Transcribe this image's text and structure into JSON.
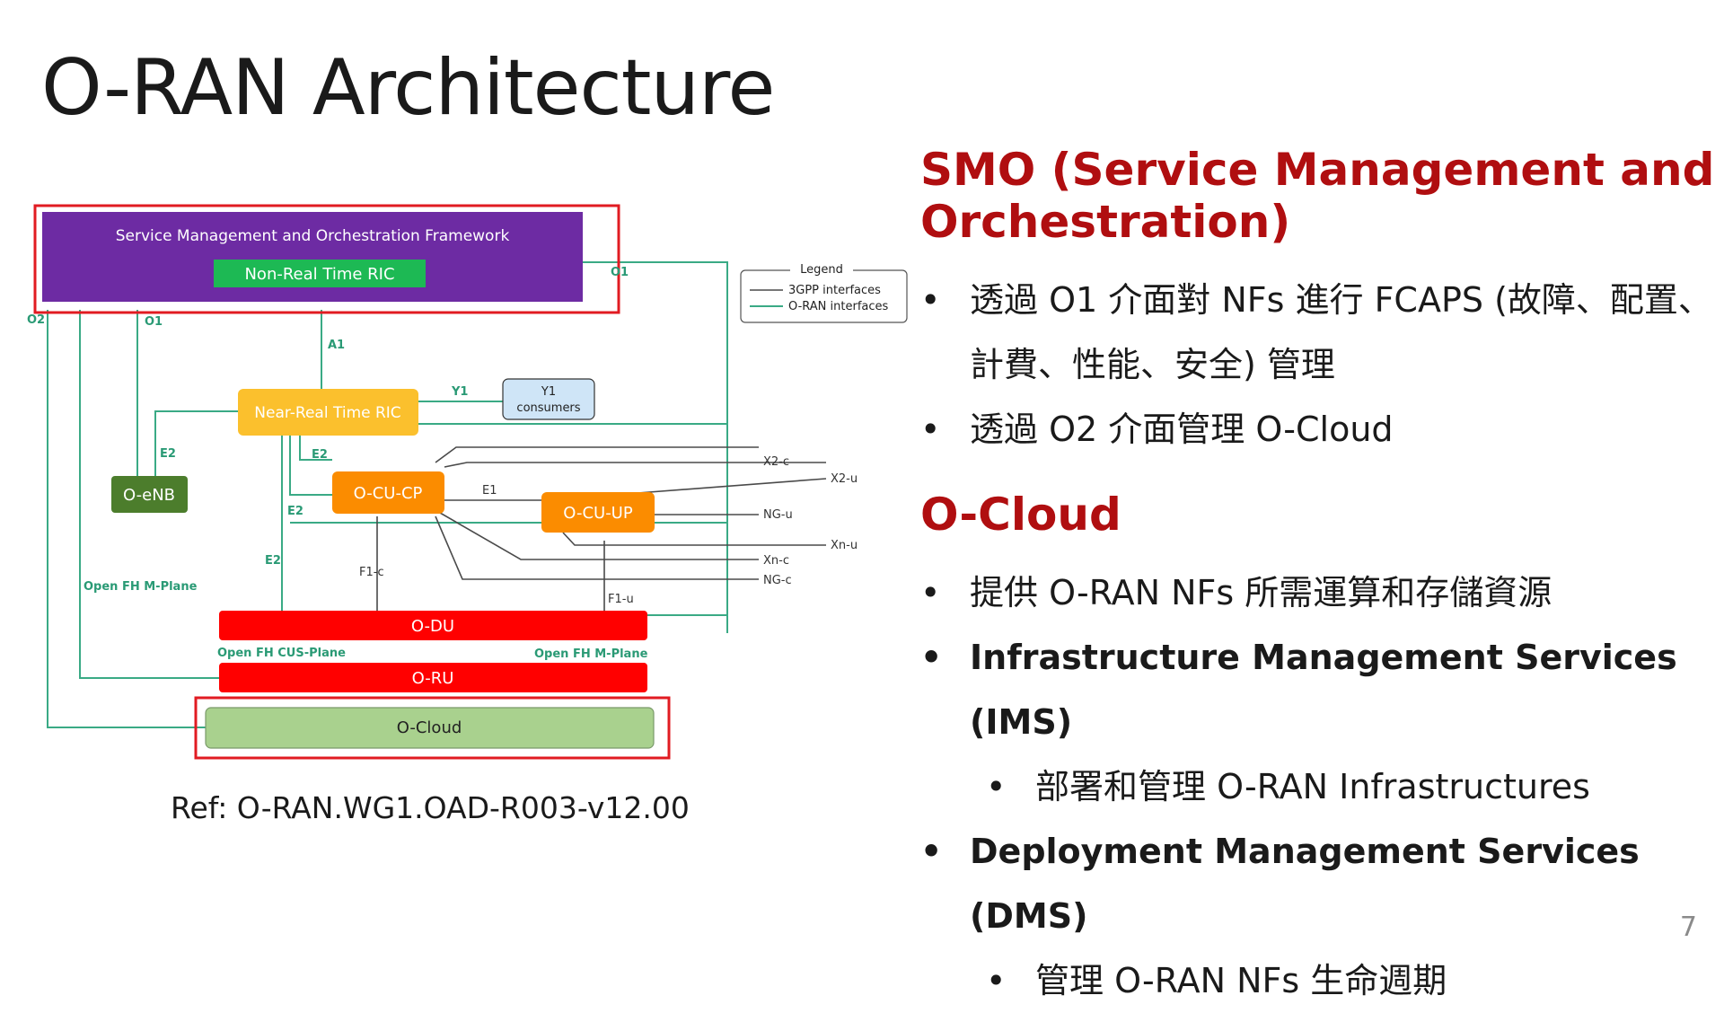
{
  "title": "O-RAN Architecture",
  "diagram": {
    "smo_label": "Service Management and Orchestration Framework",
    "non_rt_ric": "Non-Real Time RIC",
    "near_rt_ric": "Near-Real Time RIC",
    "y1_consumers": [
      "Y1",
      "consumers"
    ],
    "o_enb": "O-eNB",
    "o_cu_cp": "O-CU-CP",
    "o_cu_up": "O-CU-UP",
    "o_du": "O-DU",
    "o_ru": "O-RU",
    "o_cloud": "O-Cloud",
    "legend": {
      "title": "Legend",
      "items": [
        "3GPP interfaces",
        "O-RAN interfaces"
      ]
    },
    "interfaces": {
      "o1": "O1",
      "o2": "O2",
      "a1": "A1",
      "y1": "Y1",
      "e2": "E2",
      "e1": "E1",
      "f1c": "F1-c",
      "f1u": "F1-u",
      "x2c": "X2-c",
      "x2u": "X2-u",
      "ngu": "NG-u",
      "xnu": "Xn-u",
      "xnc": "Xn-c",
      "ngc": "NG-c",
      "open_fh_m": "Open FH M-Plane",
      "open_fh_cus": "Open FH CUS-Plane"
    },
    "colors": {
      "smo": "#6d2ba3",
      "green": "#1db954",
      "yellow": "#fbc02d",
      "orange": "#fb8c00",
      "red": "#ff0000",
      "dark_green": "#4c7d2c",
      "cloud": "#a9d18e",
      "line": "#3aaa85",
      "y1_box": "#cfe5f7",
      "highlight": "#e11b22"
    }
  },
  "ref": "Ref: O-RAN.WG1.OAD-R003-v12.00",
  "smo_section": {
    "title": "SMO (Service Management and Orchestration)",
    "bullets": [
      "透過 O1 介面對 NFs 進行 FCAPS (故障、配置、計費、性能、安全) 管理",
      "透過 O2 介面管理 O-Cloud"
    ]
  },
  "cloud_section": {
    "title": "O-Cloud",
    "bullets": [
      "提供 O-RAN NFs 所需運算和存儲資源",
      "Infrastructure Management Services (IMS)",
      "部署和管理 O-RAN Infrastructures",
      "Deployment Management Services (DMS)",
      "管理 O-RAN NFs 生命週期"
    ]
  },
  "page_number": "7"
}
